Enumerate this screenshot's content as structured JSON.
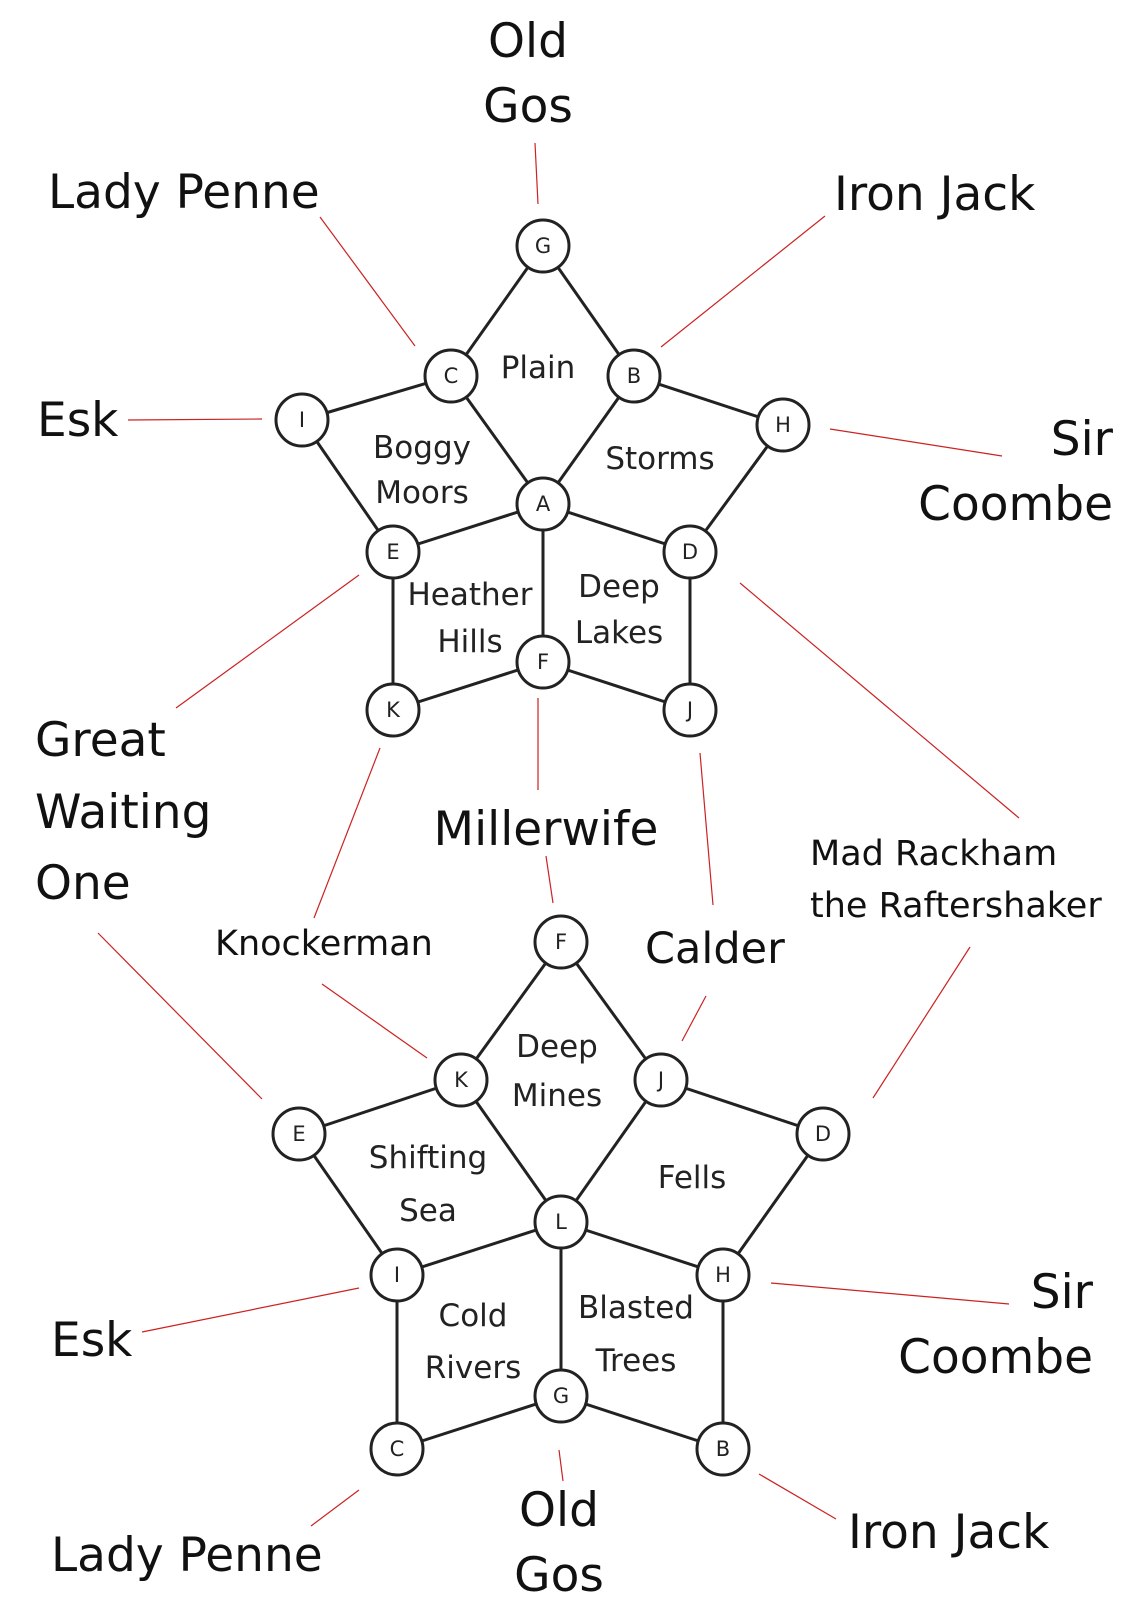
{
  "colors": {
    "edge": "#222222",
    "leader": "#cc2222",
    "text": "#111111"
  },
  "upper_map": {
    "nodes": {
      "G": "G",
      "C": "C",
      "B": "B",
      "I": "I",
      "H": "H",
      "A": "A",
      "E": "E",
      "D": "D",
      "F": "F",
      "K": "K",
      "J": "J"
    },
    "regions": {
      "plain": [
        "Plain"
      ],
      "boggy_moors": [
        "Boggy",
        "Moors"
      ],
      "storms": [
        "Storms"
      ],
      "heather_hills": [
        "Heather",
        "Hills"
      ],
      "deep_lakes": [
        "Deep",
        "Lakes"
      ]
    },
    "guardians": {
      "old_gos": [
        "Old",
        "Gos"
      ],
      "lady_penne": [
        "Lady Penne"
      ],
      "iron_jack": [
        "Iron Jack"
      ],
      "esk": [
        "Esk"
      ],
      "sir_coombe": [
        "Sir",
        "Coombe"
      ],
      "great_waiting_one": [
        "Great",
        "Waiting",
        "One"
      ],
      "millerwife": [
        "Millerwife"
      ],
      "mad_rackham": [
        "Mad Rackham",
        "the Raftershaker"
      ]
    }
  },
  "lower_map": {
    "nodes": {
      "F": "F",
      "K": "K",
      "J": "J",
      "E": "E",
      "D": "D",
      "L": "L",
      "I": "I",
      "H": "H",
      "G": "G",
      "C": "C",
      "B": "B"
    },
    "regions": {
      "deep_mines": [
        "Deep",
        "Mines"
      ],
      "shifting_sea": [
        "Shifting",
        "Sea"
      ],
      "fells": [
        "Fells"
      ],
      "cold_rivers": [
        "Cold",
        "Rivers"
      ],
      "blasted_trees": [
        "Blasted",
        "Trees"
      ]
    },
    "guardians": {
      "knockerman": [
        "Knockerman"
      ],
      "calder": [
        "Calder"
      ],
      "esk": [
        "Esk"
      ],
      "sir_coombe": [
        "Sir",
        "Coombe"
      ],
      "lady_penne": [
        "Lady Penne"
      ],
      "old_gos": [
        "Old",
        "Gos"
      ],
      "iron_jack": [
        "Iron Jack"
      ]
    }
  }
}
